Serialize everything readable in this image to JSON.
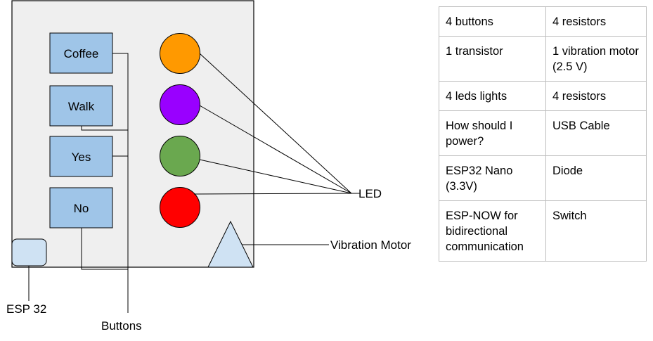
{
  "device": {
    "buttons": [
      {
        "label": "Coffee"
      },
      {
        "label": "Walk"
      },
      {
        "label": "Yes"
      },
      {
        "label": "No"
      }
    ],
    "leds": [
      {
        "color": "#ff9900"
      },
      {
        "color": "#9900ff"
      },
      {
        "color": "#6aa84f"
      },
      {
        "color": "#ff0000"
      }
    ],
    "colors": {
      "enclosure": "#efefef",
      "button_fill": "#9fc5e8",
      "component_fill": "#cfe2f3",
      "stroke": "#000000"
    }
  },
  "callouts": {
    "led": "LED",
    "vibration_motor": "Vibration Motor",
    "esp32": "ESP 32",
    "buttons": "Buttons"
  },
  "parts_table": {
    "rows": [
      [
        "4 buttons",
        "4 resistors"
      ],
      [
        "1 transistor",
        "1 vibration motor (2.5 V)"
      ],
      [
        "4 leds lights",
        "4 resistors"
      ],
      [
        "How should I power?",
        "USB Cable"
      ],
      [
        "ESP32 Nano (3.3V)",
        "Diode"
      ],
      [
        "ESP-NOW for bidirectional communication",
        "Switch"
      ]
    ]
  }
}
